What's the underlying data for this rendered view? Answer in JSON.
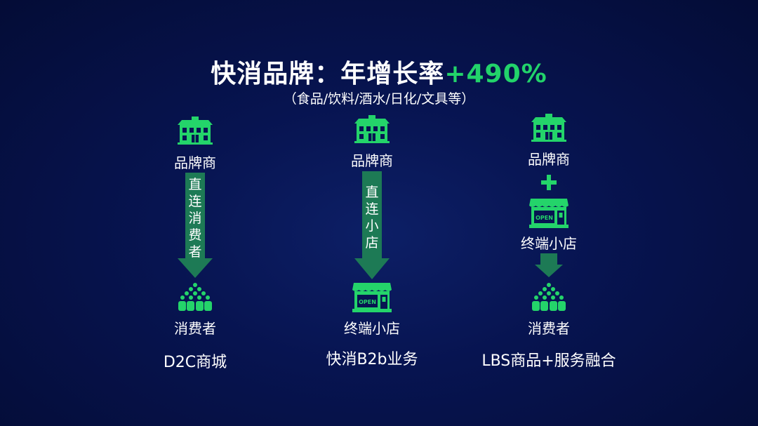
{
  "title": {
    "main": "快消品牌：年增长率",
    "highlight": "+490%"
  },
  "subtitle": "（食品/饮料/酒水/日化/文具等）",
  "columns": [
    {
      "brand": "品牌商",
      "arrow_text": [
        "直",
        "连",
        "消",
        "费",
        "者"
      ],
      "target": "消费者",
      "caption": "D2C商城"
    },
    {
      "brand": "品牌商",
      "arrow_text": [
        "直",
        "连",
        "小",
        "店"
      ],
      "target": "终端小店",
      "caption": "快消B2b业务"
    },
    {
      "brand": "品牌商",
      "plus": "+",
      "store": "终端小店",
      "target": "消费者",
      "caption": "LBS商品+服务融合"
    }
  ],
  "icons": {
    "building": "building-icon",
    "people": "people-crowd-icon",
    "store": "open-store-icon",
    "arrow": "arrow-down-icon",
    "plus": "plus-icon"
  },
  "colors": {
    "accent": "#24d46a",
    "arrow": "#1d7a55",
    "background": "#061450"
  },
  "store_sign": "OPEN"
}
